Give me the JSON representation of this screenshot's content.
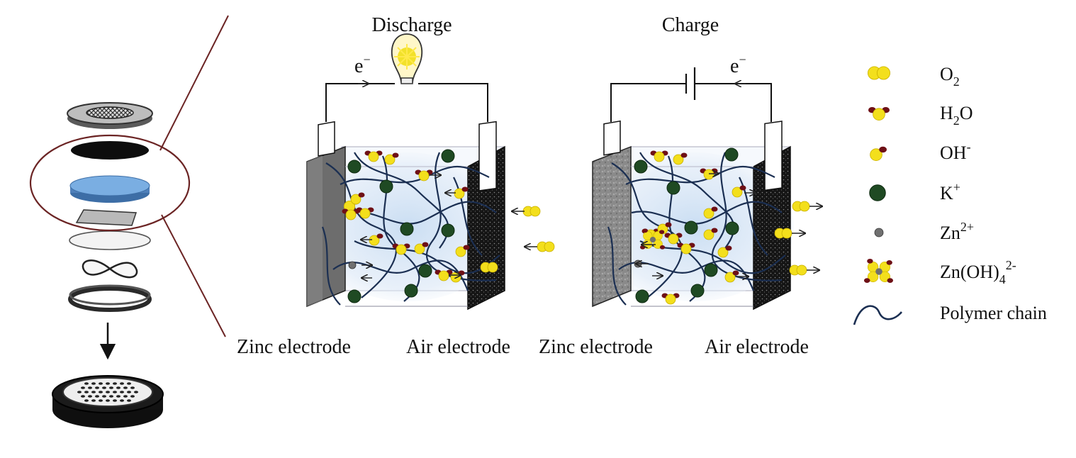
{
  "discharge": {
    "title": "Discharge",
    "electron": "e",
    "electron_sup": "−",
    "zinc_label": "Zinc electrode",
    "air_label": "Air electrode"
  },
  "charge": {
    "title": "Charge",
    "electron": "e",
    "electron_sup": "−",
    "zinc_label": "Zinc electrode",
    "air_label": "Air electrode"
  },
  "legend": {
    "o2": {
      "main": "O",
      "sub": "2"
    },
    "h2o": {
      "a": "H",
      "sub": "2",
      "b": "O"
    },
    "oh": {
      "main": "OH",
      "sup": "-"
    },
    "k": {
      "main": "K",
      "sup": "+"
    },
    "zn": {
      "main": "Zn",
      "sup": "2+"
    },
    "znoh": {
      "main": "Zn(OH)",
      "sub": "4",
      "sup": "2-"
    },
    "polymer": "Polymer chain"
  },
  "colors": {
    "yellow": "#f3df1c",
    "yellow_dark": "#c9b000",
    "maroon": "#6e1016",
    "k_green": "#1f4a23",
    "zn_gray": "#707070",
    "chain": "#1b2f52",
    "cathode": "#161616",
    "zinc_plate": "#6b6b6b",
    "separator_blue": "#6a9ed6",
    "ring_maroon": "#6b2424"
  }
}
